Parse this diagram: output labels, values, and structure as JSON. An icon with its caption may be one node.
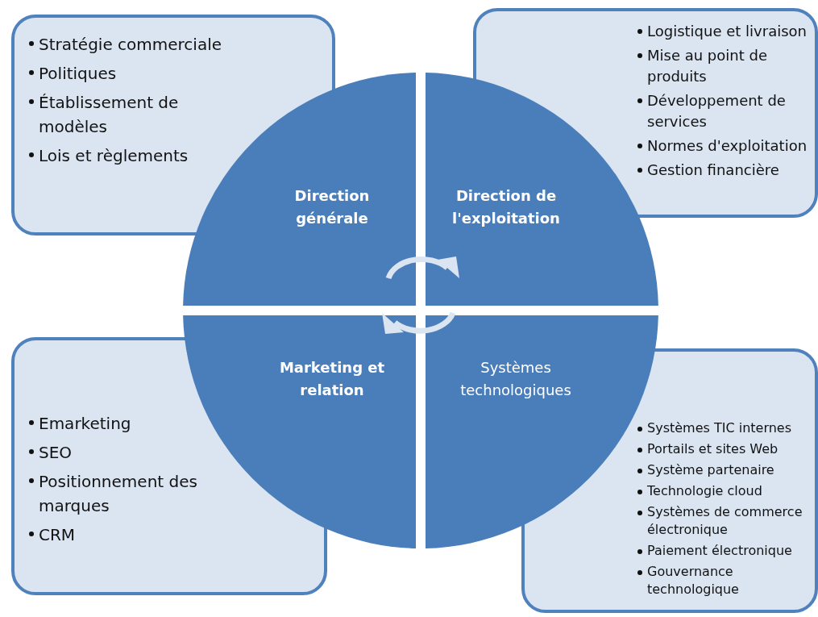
{
  "diagram": {
    "nodes": [
      {
        "text": [
          "Stratégie commerciale",
          "Politiques",
          "Établissement de modèles",
          "Lois et règlements"
        ]
      },
      {
        "text": [
          "Logistique et livraison",
          "Mise au point de produits",
          "Développement de services",
          "Normes d'exploitation",
          "Gestion financière"
        ]
      },
      {
        "text": [
          "Direction générale"
        ]
      },
      {
        "text": [
          "Direction de l'exploitation"
        ]
      },
      {
        "text": [
          "Marketing et relation"
        ]
      },
      {
        "text": [
          "Systèmes technologiques"
        ]
      },
      {
        "text": [
          "Emarketing",
          "SEO",
          "Positionnement des marques",
          "CRM"
        ]
      },
      {
        "text": [
          "Systèmes TIC internes",
          "Portails et sites Web",
          "Système partenaire",
          "Technologie cloud",
          "Systèmes de commerce électronique",
          "Paiement électronique",
          "Gouvernance technologique"
        ]
      }
    ],
    "edges": []
  }
}
